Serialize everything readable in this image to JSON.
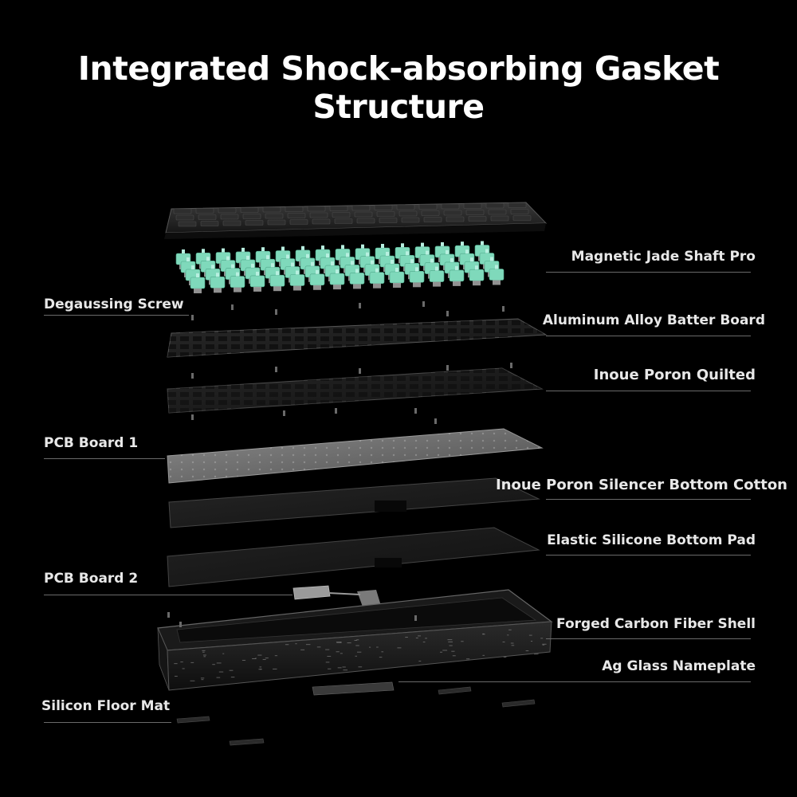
{
  "title": "Integrated Shock-absorbing Gasket Structure",
  "colors": {
    "background": "#000000",
    "switch_jade": "#7fd9bb",
    "label_text": "#e8e8e8",
    "leader_line": "#6a6a6a"
  },
  "labels": {
    "magnetic_jade_shaft_pro": "Magnetic Jade Shaft Pro",
    "degaussing_screw": "Degaussing Screw",
    "aluminum_alloy_batter_board": "Aluminum Alloy Batter Board",
    "inoue_poron_quilted": "Inoue Poron Quilted",
    "pcb_board_1": "PCB Board 1",
    "inoue_poron_silencer_bottom_cotton": "Inoue Poron Silencer Bottom Cotton",
    "elastic_silicone_bottom_pad": "Elastic Silicone Bottom Pad",
    "pcb_board_2": "PCB Board 2",
    "forged_carbon_fiber_shell": "Forged Carbon Fiber Shell",
    "ag_glass_nameplate": "Ag Glass Nameplate",
    "silicon_floor_mat": "Silicon Floor Mat"
  }
}
